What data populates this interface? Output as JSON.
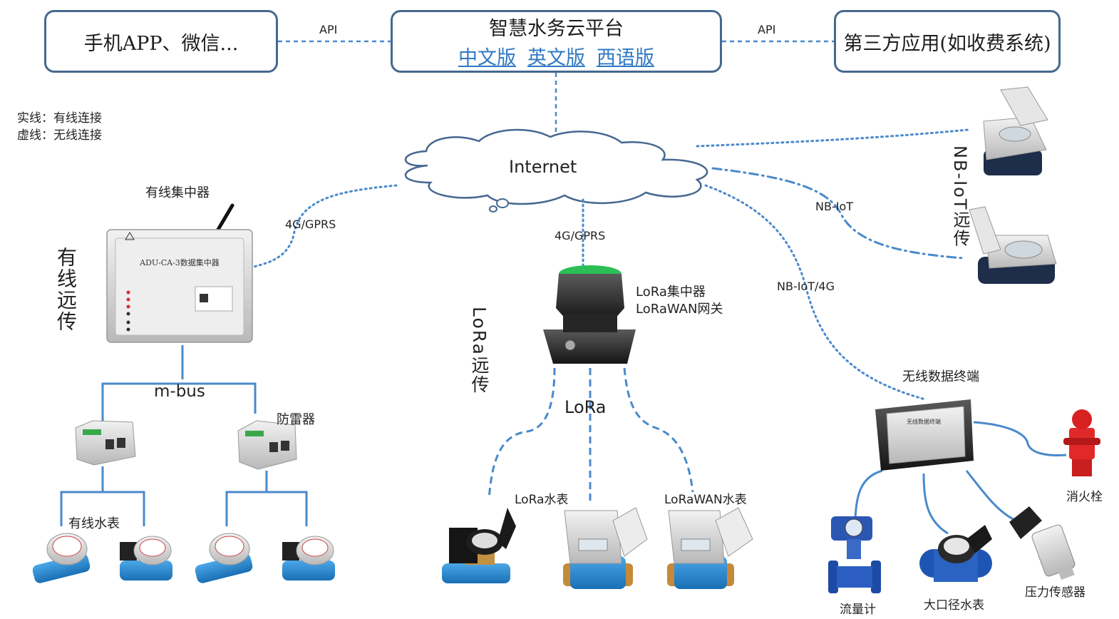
{
  "apps_box": {
    "label": "手机APP、微信..."
  },
  "platform": {
    "title": "智慧水务云平台",
    "links": [
      "中文版",
      "英文版",
      "西语版"
    ]
  },
  "third_party_box": {
    "label": "第三方应用(如收费系统)"
  },
  "api_labels": {
    "left": "API",
    "right": "API"
  },
  "legend": {
    "solid": "实线：有线连接",
    "dashed": "虚线：无线连接"
  },
  "cloud": {
    "label": "Internet"
  },
  "left_section": {
    "concentrator_label": "有线集中器",
    "device_text": "ADU-CA-3数据集中器",
    "link_label": "4G/GPRS",
    "vertical_label": "有线远传",
    "bus_label": "m-bus",
    "surge_label": "防雷器",
    "meters_label": "有线水表"
  },
  "center_section": {
    "link_label": "4G/GPRS",
    "gateway_line1": "LoRa集中器",
    "gateway_line2": "LoRaWAN网关",
    "vertical_label": "LoRa远传",
    "radio_label": "LoRa",
    "lora_meter_label": "LoRa水表",
    "lorawan_meter_label": "LoRaWAN水表"
  },
  "right_section": {
    "nbiot_label": "NB-IoT",
    "nbiot_vertical": "NB-IoT远传",
    "nbiot4g_label": "NB-IoT/4G",
    "terminal_label": "无线数据终端",
    "terminal_text": "无线数据终端",
    "hydrant_label": "消火栓",
    "flowmeter_label": "流量计",
    "bigmeter_label": "大口径水表",
    "pressure_label": "压力传感器"
  },
  "colors": {
    "box_border": "#46688f",
    "link": "#2f79c4",
    "dashed_line": "#4a8acb"
  }
}
